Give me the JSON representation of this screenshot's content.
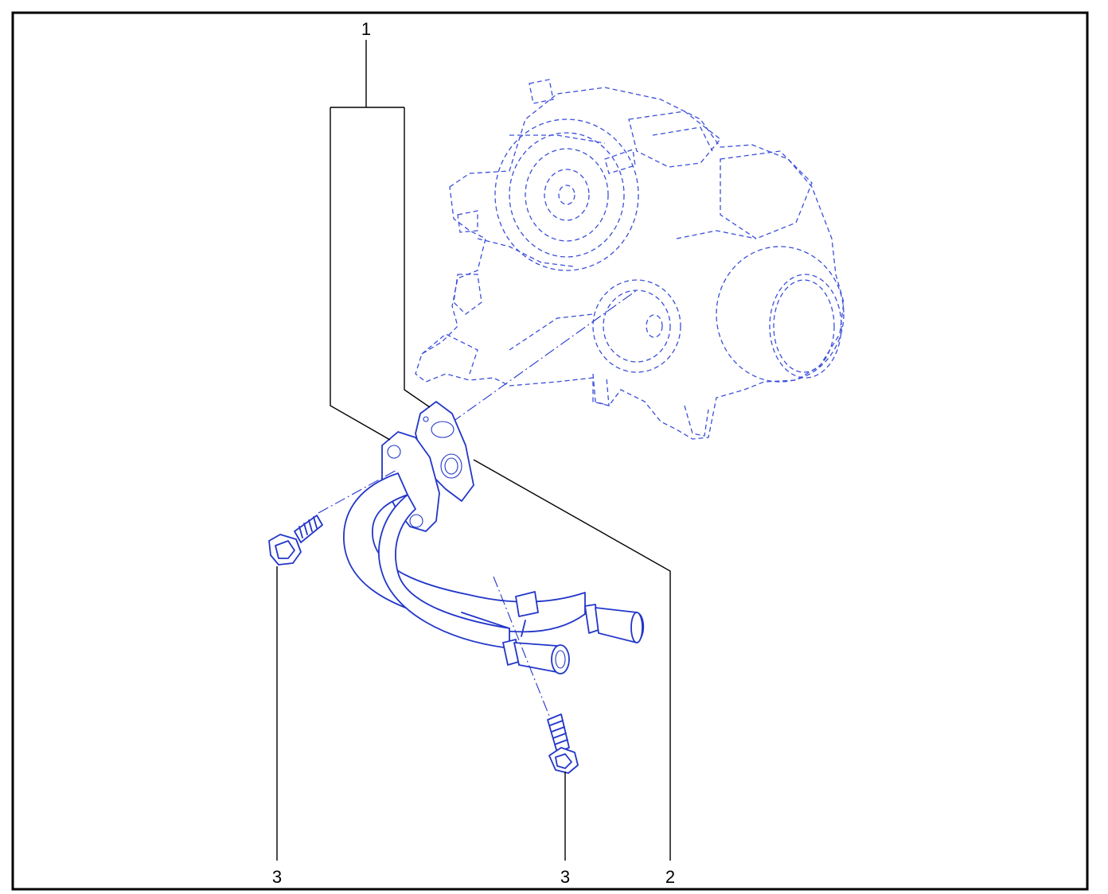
{
  "callouts": {
    "c1": "1",
    "c2": "2",
    "c3_left": "3",
    "c3_right": "3"
  },
  "colors": {
    "line_art": "#2236c9",
    "ghost_outline": "#3b4fd8",
    "frame": "#000000",
    "background": "#ffffff"
  }
}
